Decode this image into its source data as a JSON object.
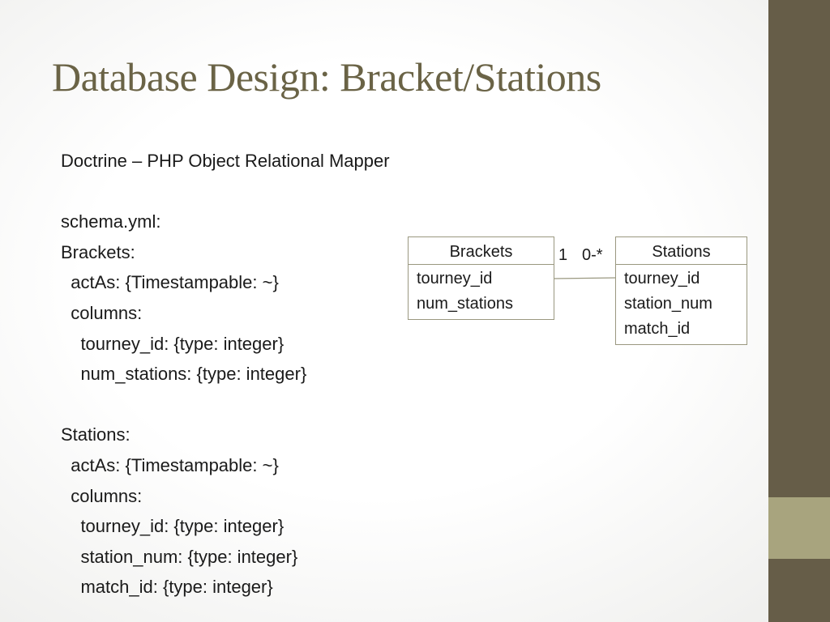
{
  "slide": {
    "title": "Database Design: Bracket/Stations",
    "lines": [
      "Doctrine – PHP Object Relational Mapper",
      "",
      "schema.yml:",
      "Brackets:",
      "  actAs: {Timestampable: ~}",
      "  columns:",
      "    tourney_id: {type: integer}",
      "    num_stations: {type: integer}",
      "",
      "Stations:",
      "  actAs: {Timestampable: ~}",
      "  columns:",
      "    tourney_id: {type: integer}",
      "    station_num: {type: integer}",
      "    match_id: {type: integer}"
    ]
  },
  "diagram": {
    "entities": {
      "brackets": {
        "name": "Brackets",
        "fields": [
          "tourney_id",
          "num_stations"
        ]
      },
      "stations": {
        "name": "Stations",
        "fields": [
          "tourney_id",
          "station_num",
          "match_id"
        ]
      }
    },
    "relationship": {
      "left_cardinality": "1",
      "right_cardinality": "0-*"
    }
  },
  "colors": {
    "title": "#6a6346",
    "sidebar_dark": "#665d48",
    "sidebar_accent": "#a8a47e",
    "box_border": "#9a9880"
  }
}
